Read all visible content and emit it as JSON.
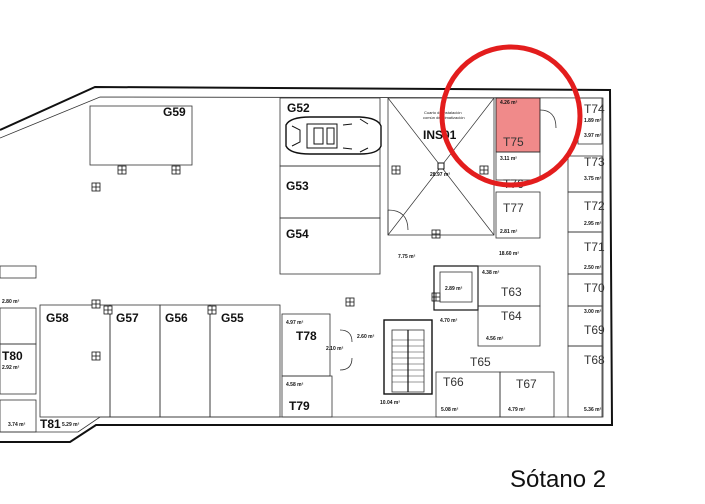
{
  "caption": "Sótano 2",
  "highlight_color": "#e31d1d",
  "highlight_fill": "#f08a8a",
  "garages": {
    "g59": "G59",
    "g52": "G52",
    "g53": "G53",
    "g54": "G54",
    "g58": "G58",
    "g57": "G57",
    "g56": "G56",
    "g55": "G55"
  },
  "storage": {
    "t74": "T74",
    "t73": "T73",
    "t72": "T72",
    "t71": "T71",
    "t70": "T70",
    "t69": "T69",
    "t68": "T68",
    "t75": "T75",
    "t76": "T76",
    "t77": "T77",
    "t63": "T63",
    "t64": "T64",
    "t65": "T65",
    "t66": "T66",
    "t67": "T67",
    "t78": "T78",
    "t79": "T79",
    "t80": "T80",
    "t81": "T81"
  },
  "installation": {
    "code": "INS01",
    "title_line1": "Cuarto de instalación",
    "title_line2": "común de climatización"
  },
  "areas": {
    "t74": "1.89 m²",
    "t74b": "3.97 m²",
    "t75": "4.26 m²",
    "t76": "3.11 m²",
    "ins01": "28.97 m²",
    "t73": "3.75 m²",
    "t77": "2.81 m²",
    "t72": "2.95 m²",
    "corr1": "18.60 m²",
    "corr2": "7.75 m²",
    "t71": "2.50 m²",
    "t63": "4.38 m²",
    "lift": "2.89 m²",
    "t69": "3.00 m²",
    "t64": "4.56 m²",
    "t64b": "4.70 m²",
    "t78": "4.97 m²",
    "hall": "2.60 m²",
    "stair": "2.10 m²",
    "t79": "4.58 m²",
    "corr3": "10.04 m²",
    "t66": "5.08 m²",
    "t67": "4.79 m²",
    "t68": "5.36 m²",
    "t80": "2.92 m²",
    "left1": "2.80 m²",
    "t81a": "3.74 m²",
    "t81b": "5.29 m²"
  }
}
